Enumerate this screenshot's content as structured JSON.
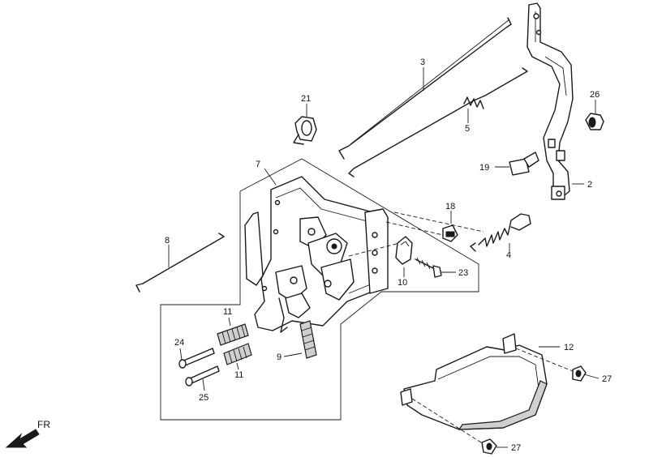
{
  "callouts": {
    "c2": "2",
    "c3": "3",
    "c4": "4",
    "c5": "5",
    "c7": "7",
    "c8": "8",
    "c9": "9",
    "c10": "10",
    "c11a": "11",
    "c11b": "11",
    "c12": "12",
    "c18": "18",
    "c19": "19",
    "c21": "21",
    "c23": "23",
    "c24": "24",
    "c25": "25",
    "c26": "26",
    "c27a": "27",
    "c27b": "27"
  },
  "direction_label": "FR",
  "colors": {
    "line": "#1a1a1a",
    "background": "#ffffff",
    "shade": "#cfcfcf"
  }
}
